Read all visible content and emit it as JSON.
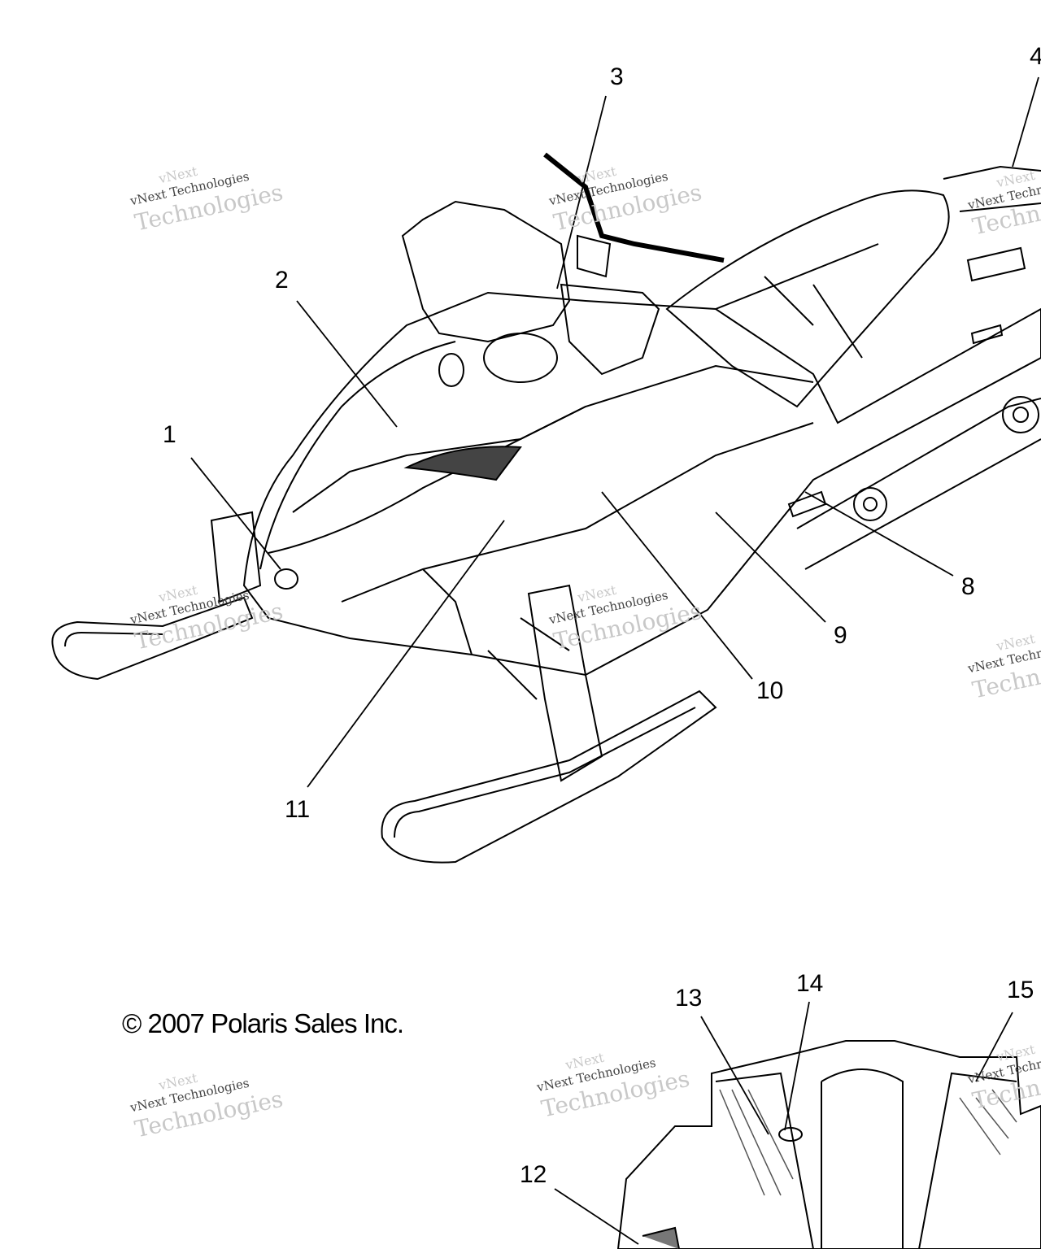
{
  "diagram": {
    "callouts": [
      "1",
      "2",
      "3",
      "4",
      "8",
      "9",
      "10",
      "11",
      "12",
      "13",
      "14",
      "15"
    ],
    "copyright": "© 2007 Polaris Sales Inc.",
    "watermark": {
      "line1": "vNext",
      "line2": "vNext Technologies",
      "line3": "Technologies"
    }
  }
}
